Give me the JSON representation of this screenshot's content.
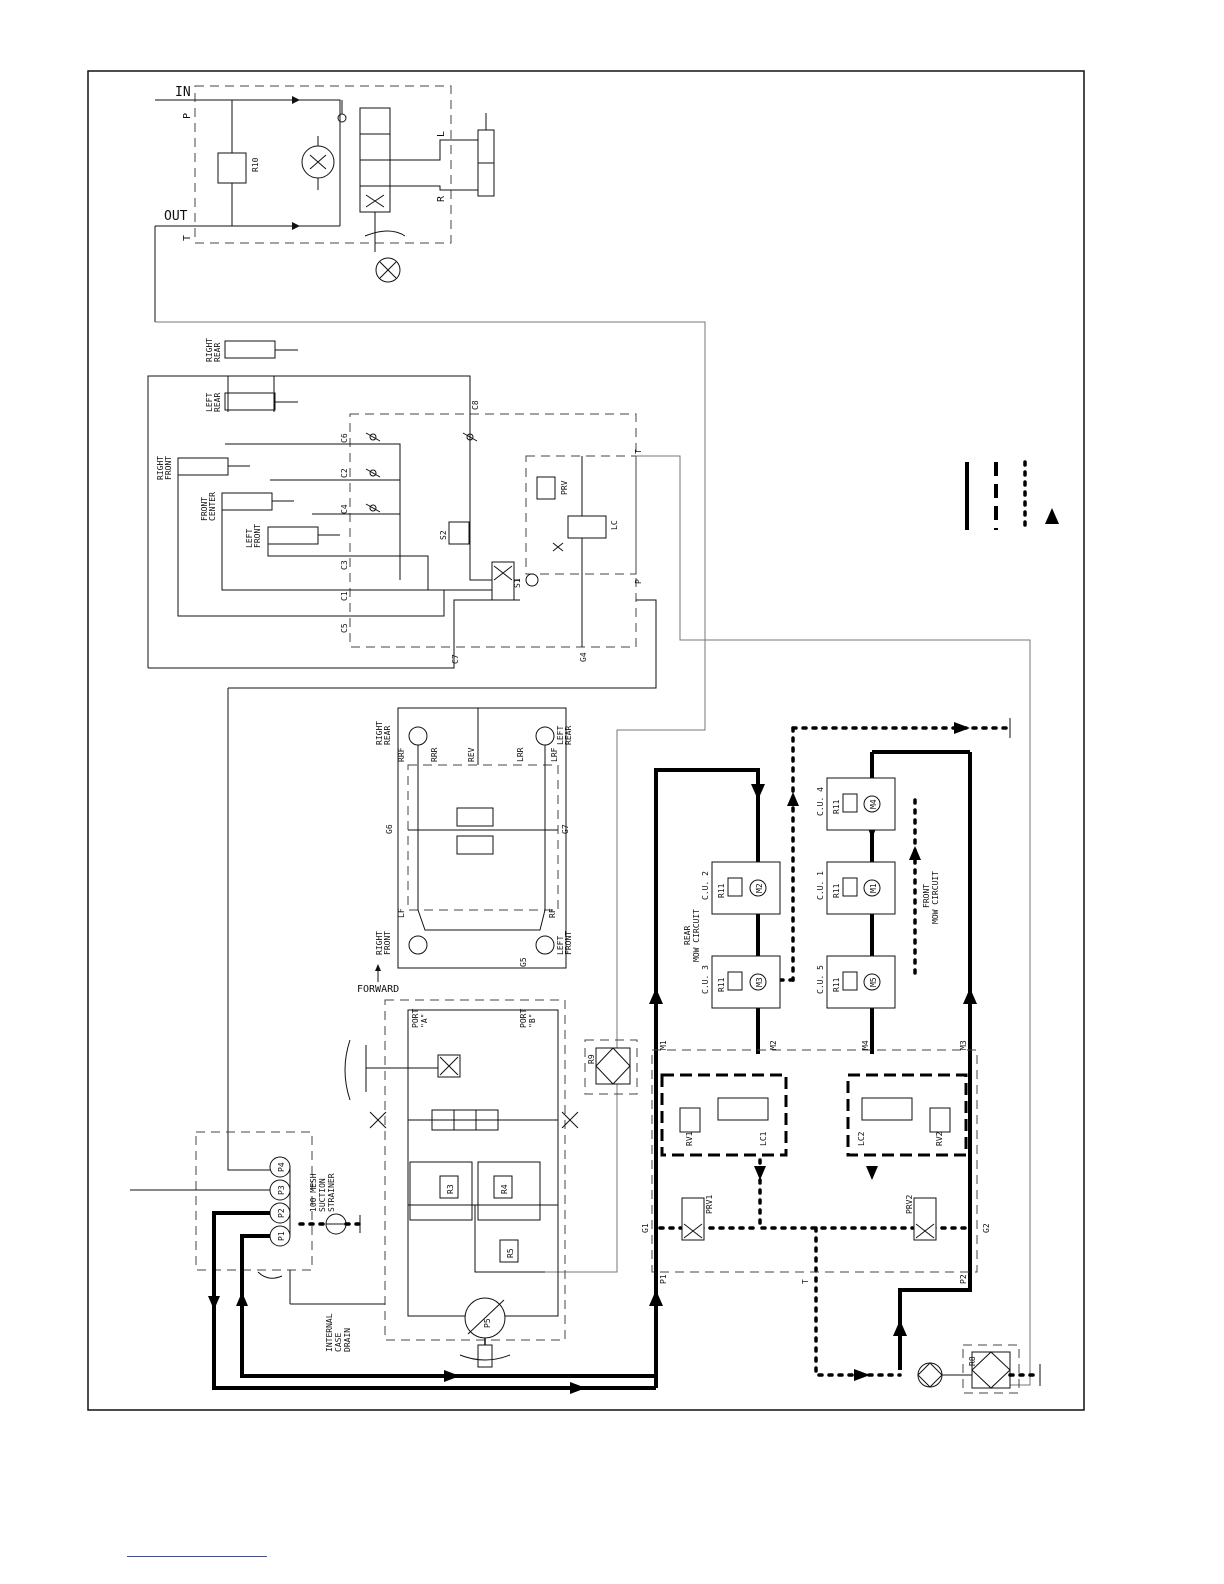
{
  "valve_block": {
    "in": "IN",
    "out": "OUT",
    "p": "P",
    "t": "T",
    "l": "L",
    "r": "R",
    "r10": "R10"
  },
  "lift": {
    "right_rear": [
      "RIGHT",
      "REAR"
    ],
    "left_rear": [
      "LEFT",
      "REAR"
    ],
    "right_front": [
      "RIGHT",
      "FRONT"
    ],
    "front_center": [
      "FRONT",
      "CENTER"
    ],
    "left_front": [
      "LEFT",
      "FRONT"
    ],
    "ports": [
      "C6",
      "C2",
      "C4",
      "C3",
      "C1",
      "C5",
      "C7",
      "C8",
      "G4",
      "T",
      "P"
    ],
    "s1": "S1",
    "s2": "S2",
    "prv": "PRV",
    "lc": "LC"
  },
  "traction": {
    "right_rear": [
      "RIGHT",
      "REAR"
    ],
    "left_rear": [
      "LEFT",
      "REAR"
    ],
    "right_front": [
      "RIGHT",
      "FRONT"
    ],
    "left_front": [
      "LEFT",
      "FRONT"
    ],
    "ports": [
      "RRF",
      "RRR",
      "REV",
      "LRR",
      "LRF",
      "G6",
      "G7",
      "LF",
      "RF",
      "G5"
    ],
    "forward": "FORWARD",
    "port_a": [
      "PORT",
      "\"A\""
    ],
    "port_b": [
      "PORT",
      "\"B\""
    ],
    "r3": "R3",
    "r4": "R4",
    "r5": "R5",
    "p5": "P5",
    "r9": "R9"
  },
  "pumps": {
    "labels": [
      "P4",
      "P3",
      "P2",
      "P1"
    ],
    "strainer": [
      "100 MESH",
      "SUCTION",
      "STRAINER"
    ],
    "case_drain": [
      "INTERNAL",
      "CASE",
      "DRAIN"
    ]
  },
  "mow": {
    "rear_circuit": [
      "REAR",
      "MOW CIRCUIT"
    ],
    "front_circuit": [
      "FRONT",
      "MOW CIRCUIT"
    ],
    "units": [
      "C.U. 2",
      "C.U. 3",
      "C.U. 4",
      "C.U. 1",
      "C.U. 5"
    ],
    "motors": [
      "M2",
      "M3",
      "M4",
      "M1",
      "M5"
    ],
    "r11": "R11",
    "ports": [
      "M1",
      "M2",
      "M4",
      "M3",
      "G1",
      "G2",
      "P1",
      "P2",
      "T"
    ],
    "valves": [
      "RV1",
      "LC1",
      "LC2",
      "RV2",
      "PRV1",
      "PRV2"
    ],
    "r8": "R8"
  }
}
